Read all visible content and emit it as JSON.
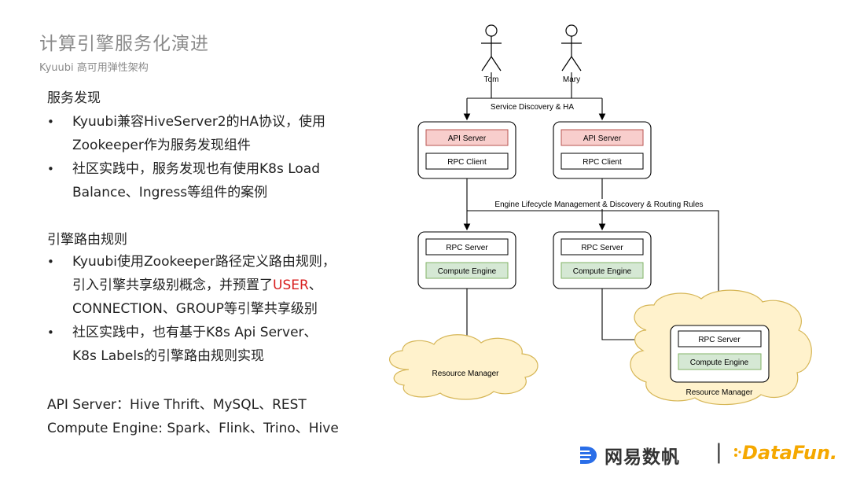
{
  "header": {
    "title": "计算引擎服务化演进",
    "subtitle": "Kyuubi 高可用弹性架构"
  },
  "sections": [
    {
      "heading": "服务发现",
      "bullets": [
        {
          "lines": [
            "Kyuubi兼容HiveServer2的HA协议，使用",
            "Zookeeper作为服务发现组件"
          ]
        },
        {
          "lines": [
            "社区实践中，服务发现也有使用K8s Load",
            "Balance、Ingress等组件的案例"
          ]
        }
      ]
    },
    {
      "heading": "引擎路由规则",
      "bullets": [
        {
          "line1": "Kyuubi使用Zookeeper路径定义路由规则，",
          "line2_pre": "引入引擎共享级别概念，并预置了",
          "line2_red": "USER",
          "line2_post": "、",
          "line3": "CONNECTION、GROUP等引擎共享级别"
        },
        {
          "lines": [
            "社区实践中，也有基于K8s Api Server、",
            "K8s Labels的引擎路由规则实现"
          ]
        }
      ]
    }
  ],
  "footer": {
    "line1": "API Server：Hive Thrift、MySQL、REST",
    "line2": "Compute Engine: Spark、Flink、Trino、Hive"
  },
  "diagram": {
    "actors": [
      "Tom",
      "Mary"
    ],
    "service_discovery_label": "Service Discovery & HA",
    "engine_lifecycle_label": "Engine Lifecycle Management & Discovery & Routing Rules",
    "api_server_label": "API Server",
    "rpc_client_label": "RPC Client",
    "rpc_server_label": "RPC Server",
    "compute_engine_label": "Compute Engine",
    "resource_manager_label": "Resource Manager",
    "colors": {
      "api_server_fill": "#f8cecc",
      "api_server_stroke": "#b85450",
      "compute_engine_fill": "#d5e8d4",
      "compute_engine_stroke": "#82b366",
      "cloud_fill": "#fff2cc",
      "cloud_stroke": "#d6b656"
    }
  },
  "logos": {
    "netease_text": "网易数帆",
    "separator": "|",
    "datafun_text": "DataFun."
  }
}
